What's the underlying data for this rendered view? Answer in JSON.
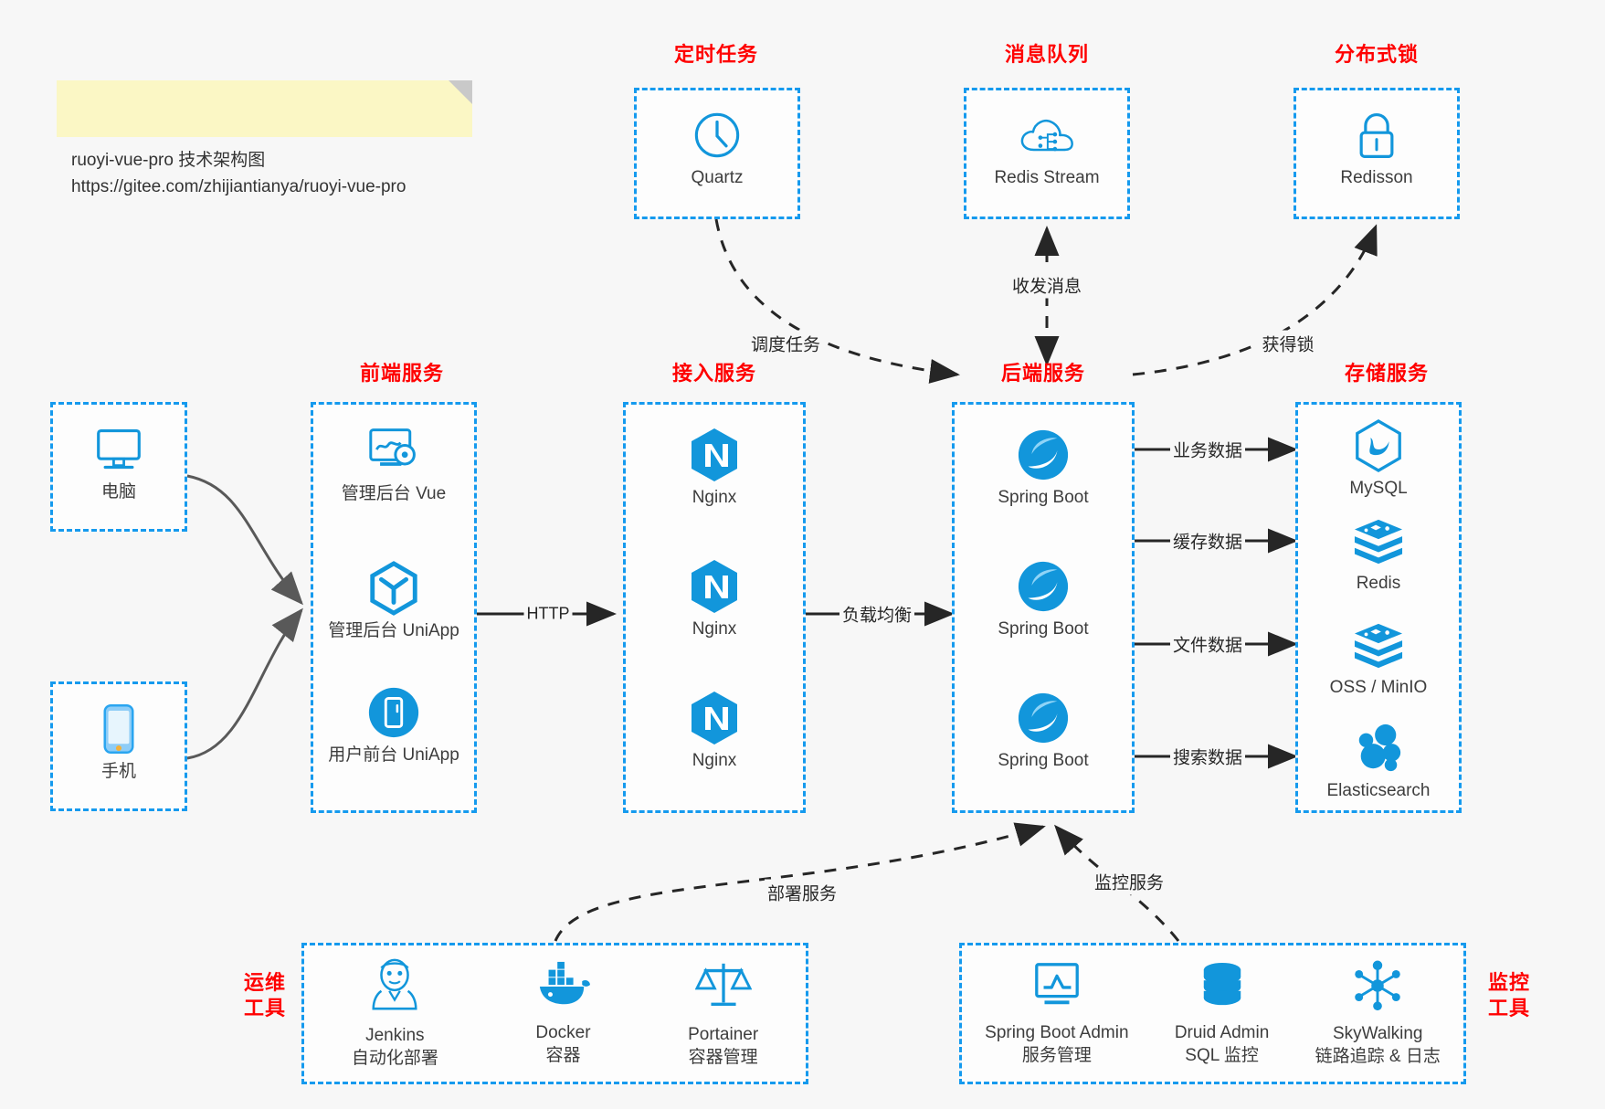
{
  "note": {
    "name": "sticky-note",
    "text": "ruoyi-vue-pro 技术架构图\nhttps://gitee.com/zhijiantianya/ruoyi-vue-pro"
  },
  "colors": {
    "accent_blue": "#159aee",
    "icon_blue": "#1296db",
    "title_red": "#ff0000",
    "arrow_dark": "#262626",
    "arrow_gray": "#595959",
    "note_yellow": "#fbf7c5",
    "background": "#f7f7f7"
  },
  "groups": {
    "scheduler": {
      "title": "定时任务",
      "nodes": [
        {
          "label": "Quartz",
          "icon": "clock-icon"
        }
      ]
    },
    "message_queue": {
      "title": "消息队列",
      "nodes": [
        {
          "label": "Redis Stream",
          "icon": "cloud-network-icon"
        }
      ]
    },
    "distributed_lock": {
      "title": "分布式锁",
      "nodes": [
        {
          "label": "Redisson",
          "icon": "lock-icon"
        }
      ]
    },
    "clients": {
      "nodes": [
        {
          "label": "电脑",
          "icon": "desktop-monitor-icon"
        },
        {
          "label": "手机",
          "icon": "mobile-phone-icon"
        }
      ]
    },
    "frontend": {
      "title": "前端服务",
      "nodes": [
        {
          "label": "管理后台 Vue",
          "icon": "dashboard-gear-icon"
        },
        {
          "label": "管理后台 UniApp",
          "icon": "hexagon-cube-icon"
        },
        {
          "label": "用户前台 UniApp",
          "icon": "mobile-circle-icon"
        }
      ]
    },
    "gateway": {
      "title": "接入服务",
      "nodes": [
        {
          "label": "Nginx",
          "icon": "nginx-icon"
        },
        {
          "label": "Nginx",
          "icon": "nginx-icon"
        },
        {
          "label": "Nginx",
          "icon": "nginx-icon"
        }
      ]
    },
    "backend": {
      "title": "后端服务",
      "nodes": [
        {
          "label": "Spring Boot",
          "icon": "spring-boot-icon"
        },
        {
          "label": "Spring Boot",
          "icon": "spring-boot-icon"
        },
        {
          "label": "Spring Boot",
          "icon": "spring-boot-icon"
        }
      ]
    },
    "storage": {
      "title": "存储服务",
      "nodes": [
        {
          "label": "MySQL",
          "icon": "mysql-dolphin-icon"
        },
        {
          "label": "Redis",
          "icon": "redis-stack-icon"
        },
        {
          "label": "OSS / MinIO",
          "icon": "redis-stack-icon"
        },
        {
          "label": "Elasticsearch",
          "icon": "elasticsearch-icon"
        }
      ]
    },
    "devops": {
      "title": "运维\n工具",
      "nodes": [
        {
          "label": "Jenkins\n自动化部署",
          "icon": "jenkins-butler-icon"
        },
        {
          "label": "Docker\n容器",
          "icon": "docker-whale-icon"
        },
        {
          "label": "Portainer\n容器管理",
          "icon": "scales-icon"
        }
      ]
    },
    "monitoring": {
      "title": "监控\n工具",
      "nodes": [
        {
          "label": "Spring Boot Admin\n服务管理",
          "icon": "monitor-chart-icon"
        },
        {
          "label": "Druid Admin\nSQL 监控",
          "icon": "database-icon"
        },
        {
          "label": "SkyWalking\n链路追踪 & 日志",
          "icon": "network-nodes-icon"
        }
      ]
    }
  },
  "edges": [
    {
      "label": "HTTP",
      "from": "frontend",
      "to": "gateway",
      "style": "solid"
    },
    {
      "label": "负载均衡",
      "from": "gateway",
      "to": "backend",
      "style": "solid"
    },
    {
      "label": "调度任务",
      "from": "scheduler",
      "to": "backend",
      "style": "dashed"
    },
    {
      "label": "收发消息",
      "from": "message_queue",
      "to": "backend",
      "style": "dashed-bidirectional"
    },
    {
      "label": "获得锁",
      "from": "backend",
      "to": "distributed_lock",
      "style": "dashed"
    },
    {
      "label": "业务数据",
      "from": "backend",
      "to": "MySQL",
      "style": "solid"
    },
    {
      "label": "缓存数据",
      "from": "backend",
      "to": "Redis",
      "style": "solid"
    },
    {
      "label": "文件数据",
      "from": "backend",
      "to": "OSS / MinIO",
      "style": "solid"
    },
    {
      "label": "搜索数据",
      "from": "backend",
      "to": "Elasticsearch",
      "style": "solid"
    },
    {
      "label": "部署服务",
      "from": "devops",
      "to": "backend",
      "style": "dashed"
    },
    {
      "label": "监控服务",
      "from": "monitoring",
      "to": "backend",
      "style": "dashed"
    }
  ]
}
